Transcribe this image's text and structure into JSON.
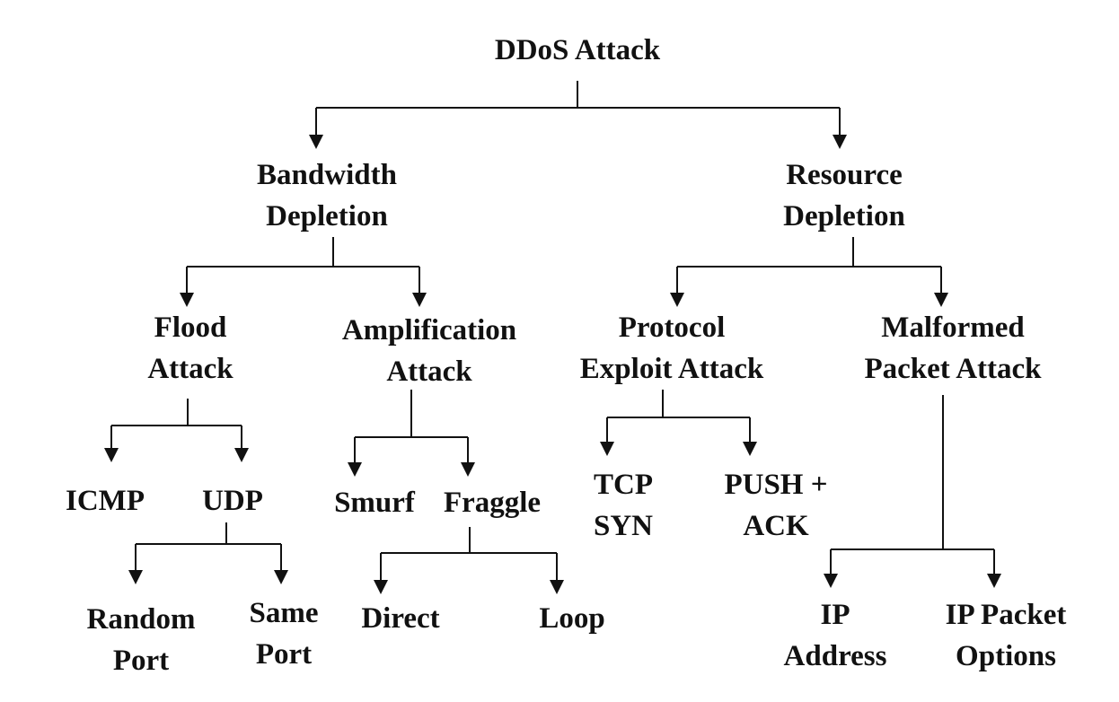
{
  "diagram": {
    "title": "DDoS Attack",
    "nodes": {
      "ddos": [
        "DDoS Attack"
      ],
      "bandwidth": [
        "Bandwidth",
        "Depletion"
      ],
      "resource": [
        "Resource",
        "Depletion"
      ],
      "flood": [
        "Flood",
        "Attack"
      ],
      "amplification": [
        "Amplification",
        "Attack"
      ],
      "protocol": [
        "Protocol",
        "Exploit Attack"
      ],
      "malformed": [
        "Malformed",
        "Packet Attack"
      ],
      "icmp": [
        "ICMP"
      ],
      "udp": [
        "UDP"
      ],
      "smurf": [
        "Smurf"
      ],
      "fraggle": [
        "Fraggle"
      ],
      "tcpsyn": [
        "TCP",
        "SYN"
      ],
      "pushack": [
        "PUSH +",
        "ACK"
      ],
      "random": [
        "Random",
        "Port"
      ],
      "same": [
        "Same",
        "Port"
      ],
      "direct": [
        "Direct"
      ],
      "loop": [
        "Loop"
      ],
      "ipaddr": [
        "IP",
        "Address"
      ],
      "ipopts": [
        "IP Packet",
        "Options"
      ]
    },
    "edges": [
      [
        "ddos",
        "bandwidth"
      ],
      [
        "ddos",
        "resource"
      ],
      [
        "bandwidth",
        "flood"
      ],
      [
        "bandwidth",
        "amplification"
      ],
      [
        "resource",
        "protocol"
      ],
      [
        "resource",
        "malformed"
      ],
      [
        "flood",
        "icmp"
      ],
      [
        "flood",
        "udp"
      ],
      [
        "amplification",
        "smurf"
      ],
      [
        "amplification",
        "fraggle"
      ],
      [
        "protocol",
        "tcpsyn"
      ],
      [
        "protocol",
        "pushack"
      ],
      [
        "malformed",
        "ipaddr"
      ],
      [
        "malformed",
        "ipopts"
      ],
      [
        "udp",
        "random"
      ],
      [
        "udp",
        "same"
      ],
      [
        "fraggle",
        "direct"
      ],
      [
        "fraggle",
        "loop"
      ]
    ]
  }
}
